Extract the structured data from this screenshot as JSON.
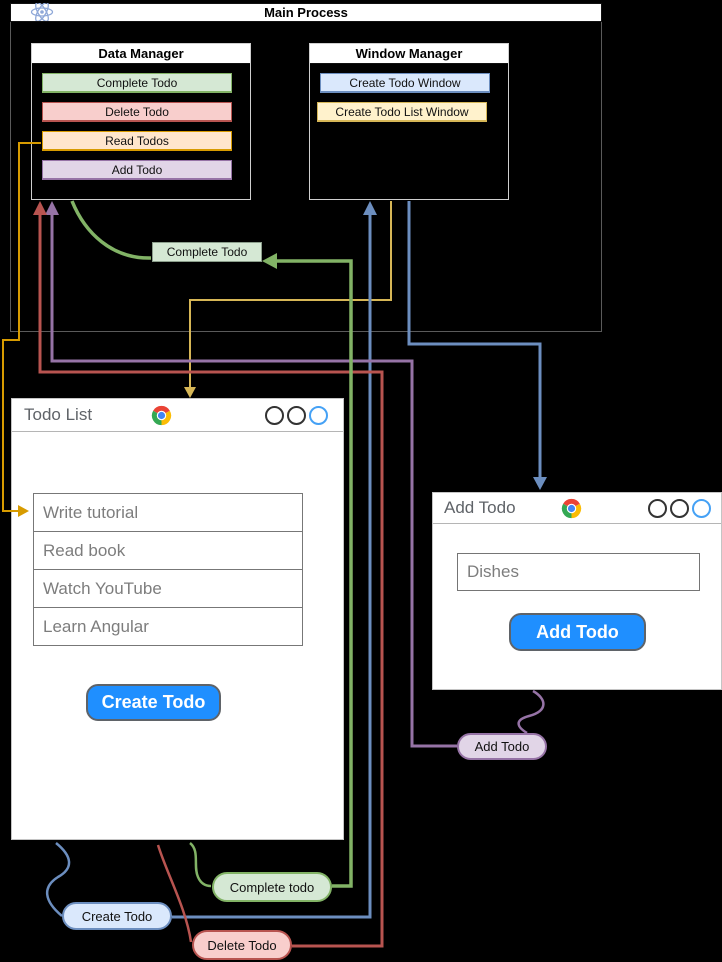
{
  "main_process": {
    "title": "Main Process",
    "icon": "react-atom-icon",
    "data_manager": {
      "title": "Data Manager",
      "functions": [
        {
          "label": "Complete Todo",
          "color": "green"
        },
        {
          "label": "Delete Todo",
          "color": "red"
        },
        {
          "label": "Read Todos",
          "color": "orange"
        },
        {
          "label": "Add Todo",
          "color": "purple"
        }
      ]
    },
    "window_manager": {
      "title": "Window Manager",
      "functions": [
        {
          "label": "Create Todo Window",
          "color": "blue"
        },
        {
          "label": "Create Todo List Window",
          "color": "yellow"
        }
      ]
    }
  },
  "ipc_message_label": {
    "text": "Complete Todo"
  },
  "todo_list_window": {
    "title": "Todo List",
    "browser_icon": "chrome-icon",
    "todos": [
      "Write tutorial",
      "Read book",
      "Watch YouTube",
      "Learn Angular"
    ],
    "create_button_label": "Create Todo"
  },
  "add_todo_window": {
    "title": "Add Todo",
    "browser_icon": "chrome-icon",
    "input_placeholder": "Dishes",
    "add_button_label": "Add Todo"
  },
  "message_pills": {
    "create_todo": "Create Todo",
    "complete_todo": "Complete todo",
    "delete_todo": "Delete Todo",
    "add_todo": "Add Todo"
  },
  "palette": {
    "green_fill": "#d5e8d4",
    "green_stroke": "#82b366",
    "red_fill": "#f8cecc",
    "red_stroke": "#b85450",
    "orange_fill": "#ffe6cc",
    "orange_stroke": "#d79b00",
    "purple_fill": "#e1d5e7",
    "purple_stroke": "#9673a6",
    "blue_fill": "#dae8fc",
    "blue_stroke": "#6c8ebf",
    "yellow_fill": "#fff2cc",
    "yellow_stroke": "#d6b656",
    "primary_button_blue": "#1f8fff",
    "window_title_gray": "#5f6368",
    "background": "#000000"
  }
}
